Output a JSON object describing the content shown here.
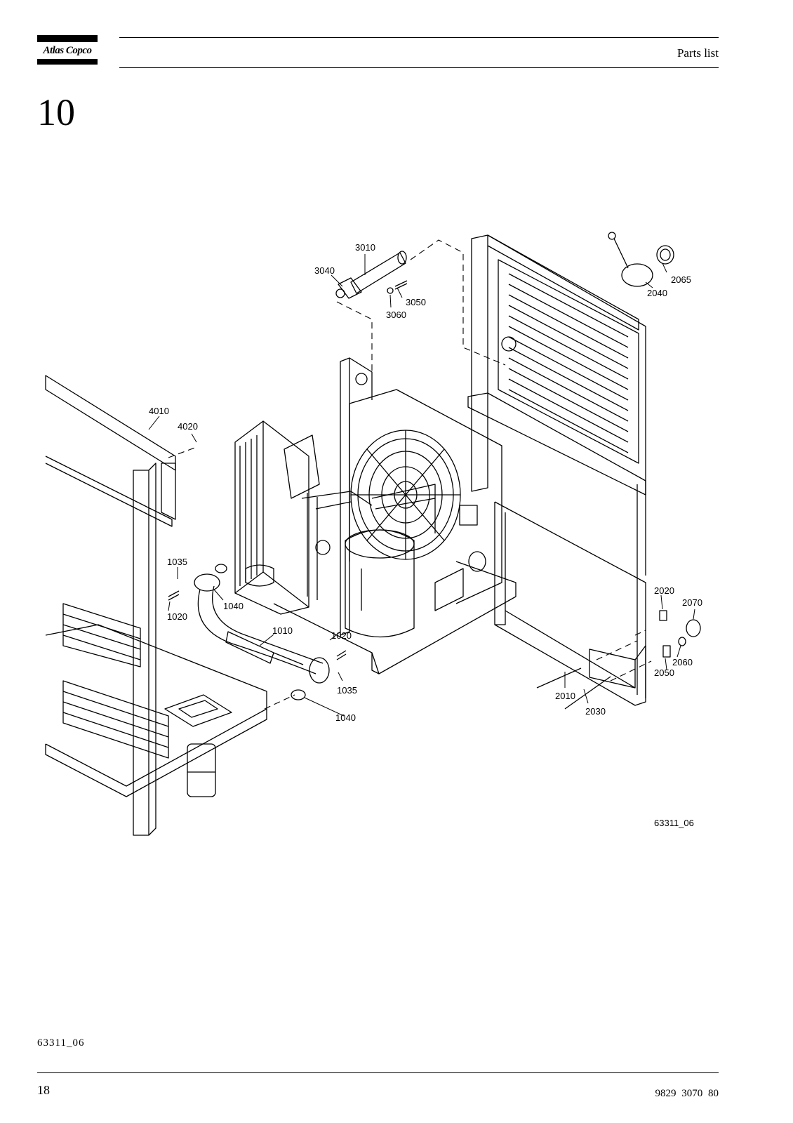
{
  "header": {
    "logo_text": "Atlas Copco",
    "title": "Parts list"
  },
  "section": {
    "number": "10"
  },
  "diagram": {
    "figure_ref": "63311_06",
    "callouts": [
      "3010",
      "3040",
      "3050",
      "3060",
      "2040",
      "2065",
      "4010",
      "4020",
      "1035",
      "1040",
      "1020",
      "1010",
      "1020",
      "1035",
      "1040",
      "2020",
      "2070",
      "2060",
      "2050",
      "2010",
      "2030"
    ]
  },
  "footer": {
    "drawing_ref": "63311_06",
    "page_number": "18",
    "doc_number": "9829 3070 80"
  }
}
